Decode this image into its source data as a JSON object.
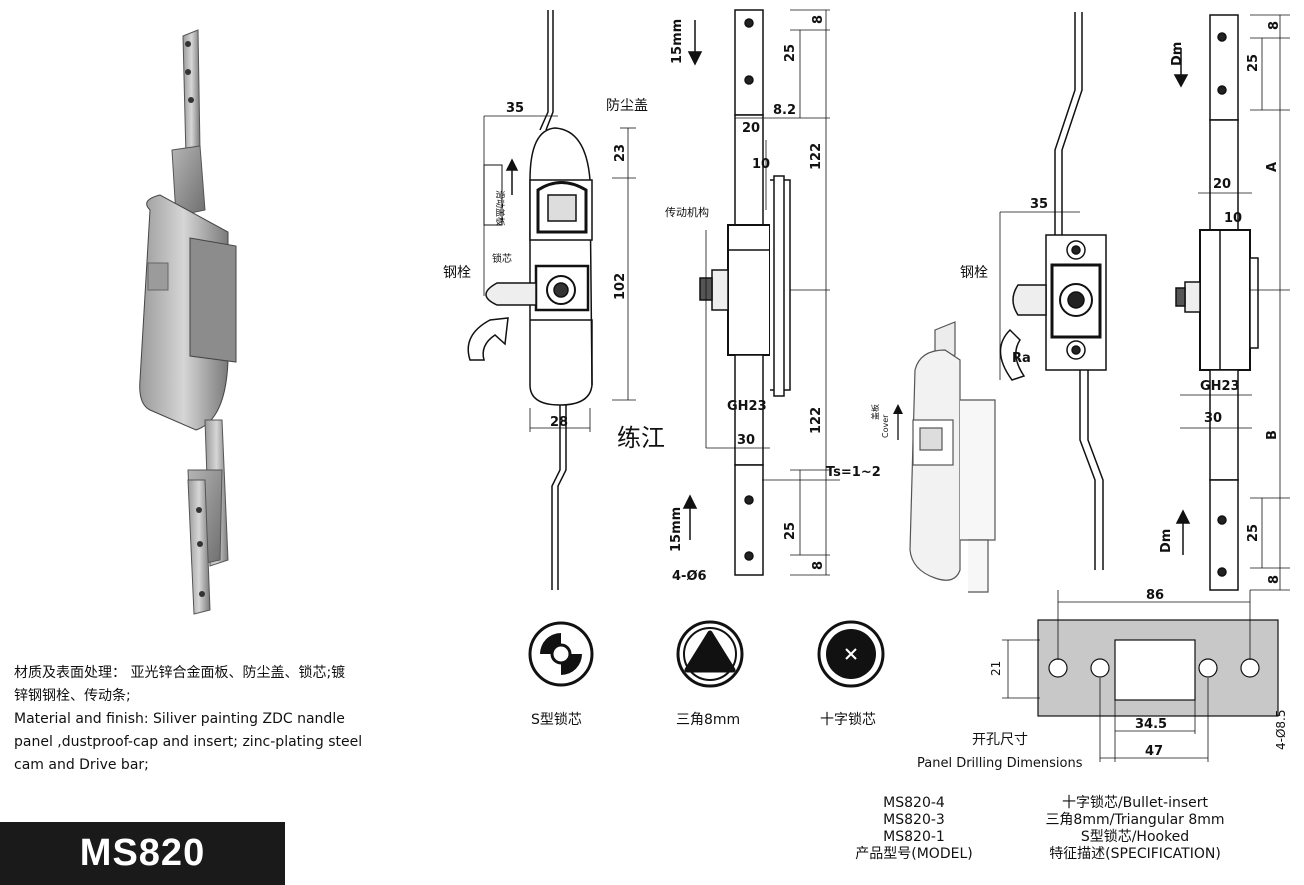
{
  "material": {
    "cn_line1": "材质及表面处理：  亚光锌合金面板、防尘盖、锁芯;镀",
    "cn_line2": "锌钢钢栓、传动条;",
    "en_line1": "Material and finish:  Siliver painting ZDC nandle",
    "en_line2": "panel ,dustproof-cap and insert;  zinc-plating steel",
    "en_line3": "cam and Drive bar;"
  },
  "model_name": "MS820",
  "labels": {
    "dust_cover": "防尘盖",
    "bolt": "钢栓",
    "lock_core": "锁芯",
    "transmission": "传动机构",
    "slide_cover": "滑动盖板",
    "watermark": "练江",
    "bolt_right": "钢栓",
    "cover_cn": "盖板",
    "cover_en": "Cover"
  },
  "dims": {
    "d35": "35",
    "d23": "23",
    "d102": "102",
    "d28": "28",
    "d15mm_top": "15mm",
    "d15mm_bot": "15mm",
    "d8_top": "8",
    "d25_top": "25",
    "d20": "20",
    "d8_2": "8.2",
    "d10": "10",
    "d122_top": "122",
    "gh23": "GH23",
    "d30": "30",
    "d122_bot": "122",
    "ts": "Ts=1~2",
    "d25_bot": "25",
    "d8_bot": "8",
    "d4_6": "4-Ø6",
    "r35": "35",
    "ra": "Ra",
    "dm_top": "Dm",
    "dm_bot": "Dm",
    "r8_top": "8",
    "r25_top": "25",
    "ra_a": "A",
    "r20": "20",
    "r10": "10",
    "r_gh23": "GH23",
    "r30": "30",
    "rb": "B",
    "r25_bot": "25",
    "r8_bot": "8",
    "p86": "86",
    "p21": "21",
    "p34_5": "34.5",
    "p47": "47",
    "p4_8_5": "4-Ø8.5"
  },
  "cores": {
    "s_type": "S型锁芯",
    "triangle": "三角8mm",
    "cross": "十字锁芯"
  },
  "panel_drilling": {
    "cn": "开孔尺寸",
    "en": "Panel Drilling Dimensions"
  },
  "spec_table": {
    "models": [
      "MS820-4",
      "MS820-3",
      "MS820-1"
    ],
    "model_header": "产品型号(MODEL)",
    "specs": [
      "十字锁芯/Bullet-insert",
      "三角8mm/Triangular 8mm",
      "S型锁芯/Hooked"
    ],
    "spec_header": "特征描述(SPECIFICATION)"
  }
}
